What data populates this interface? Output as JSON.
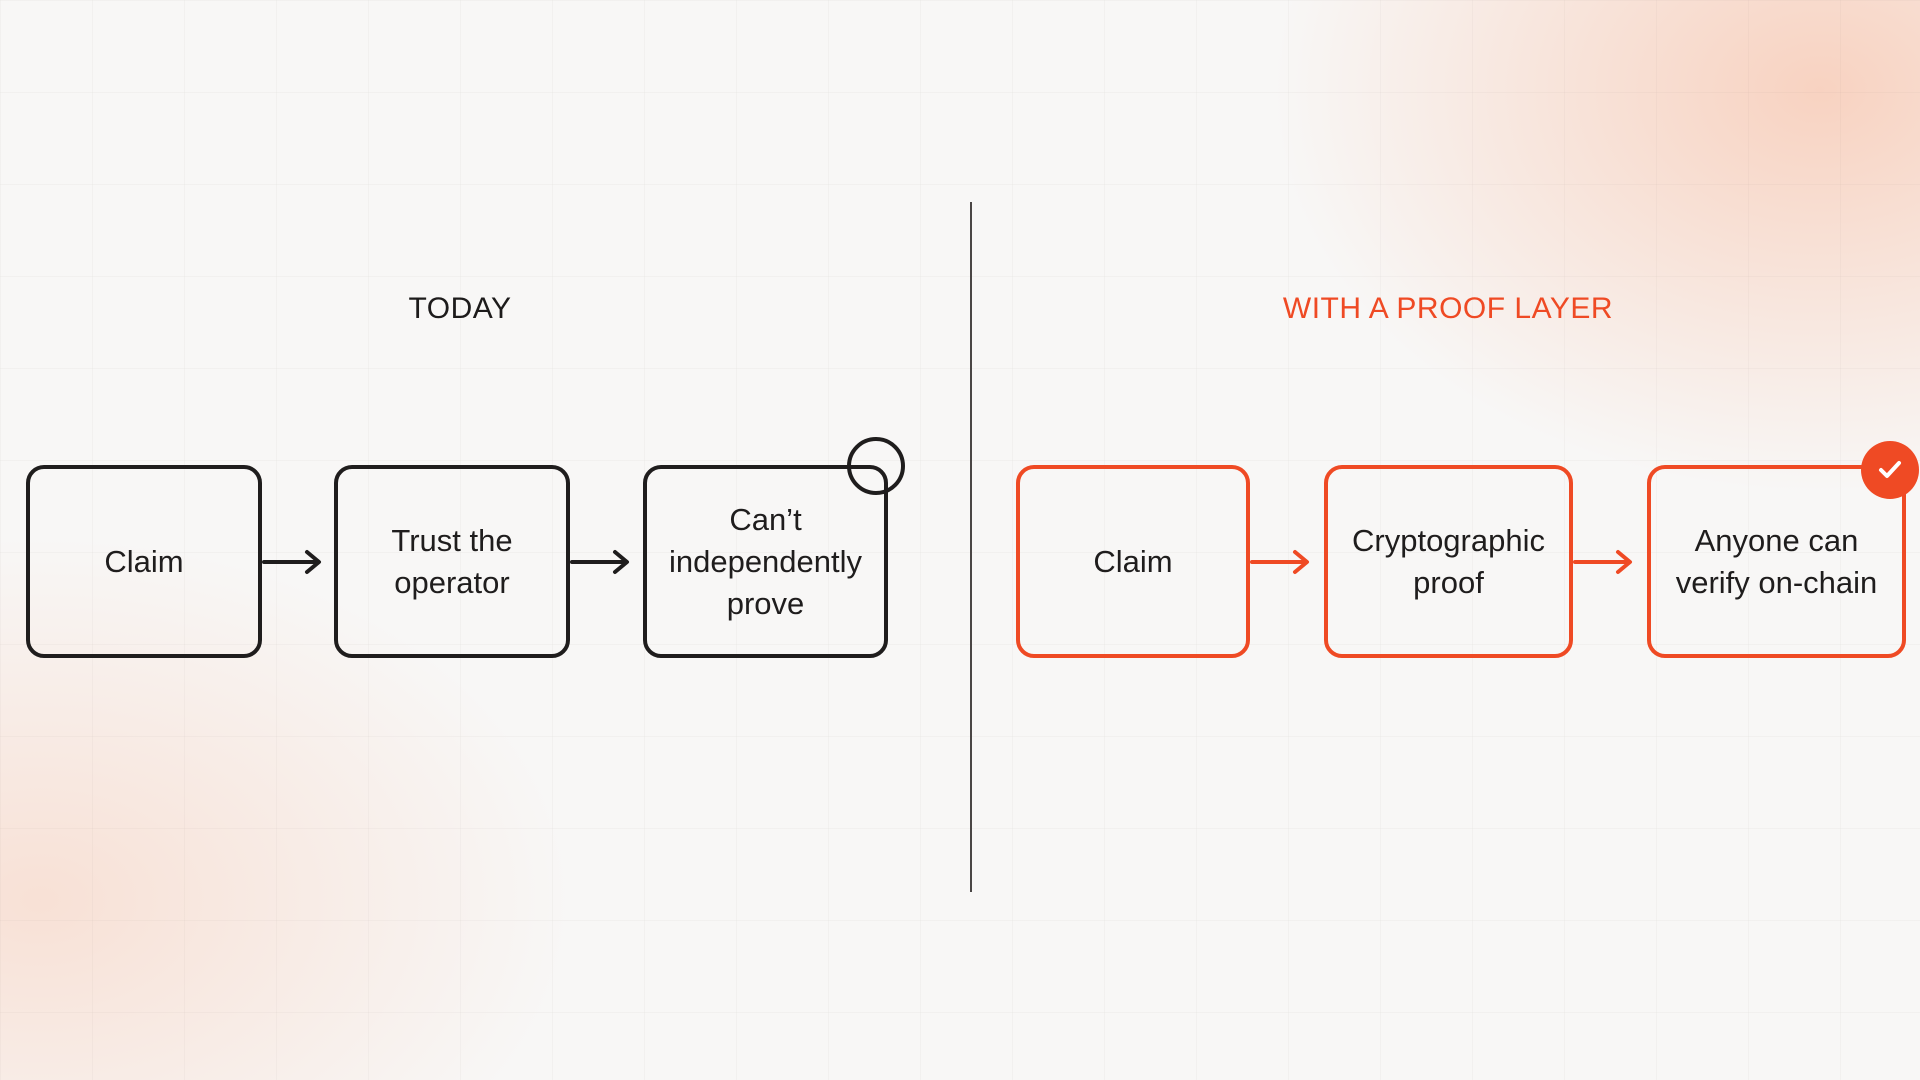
{
  "diagram": {
    "left": {
      "title": "TODAY",
      "steps": [
        "Claim",
        "Trust the operator",
        "Can’t independently prove"
      ]
    },
    "right": {
      "title": "WITH A PROOF LAYER",
      "steps": [
        "Claim",
        "Cryptographic proof",
        "Anyone can verify on-chain"
      ]
    },
    "colors": {
      "accent": "#ef4a24",
      "text": "#1f1d1d"
    },
    "icons": {
      "left_marker": "empty-circle-icon",
      "right_marker": "checkmark-badge-icon",
      "arrow": "arrow-right-icon"
    }
  }
}
